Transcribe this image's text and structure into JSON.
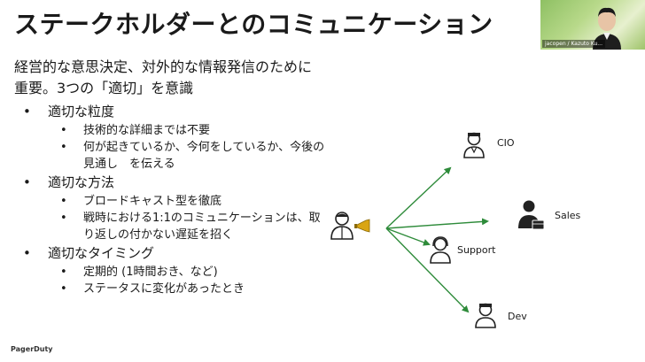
{
  "slide": {
    "title": "ステークホルダーとのコミュニケーション",
    "subtitle": "経営的な意思決定、対外的な情報発信のために重要。3つの「適切」を意識",
    "sections": [
      {
        "heading": "適切な粒度",
        "items": [
          "技術的な詳細までは不要",
          "何が起きているか、今何をしているか、今後の見通し　を伝える"
        ]
      },
      {
        "heading": "適切な方法",
        "items": [
          "ブロードキャスト型を徹底",
          "戦時における1:1のコミュニケーションは、取り返しの付かない遅延を招く"
        ]
      },
      {
        "heading": "適切なタイミング",
        "items": [
          "定期的 (1時間おき、など)",
          "ステータスに変化があったとき"
        ]
      }
    ],
    "diagram": {
      "arrow_color": "#2e8b3a",
      "targets": [
        {
          "label": "CIO",
          "icon": "person-icon"
        },
        {
          "label": "Sales",
          "icon": "businessman-icon"
        },
        {
          "label": "Support",
          "icon": "support-person-icon"
        },
        {
          "label": "Dev",
          "icon": "developer-icon"
        }
      ],
      "source_icon": "person-megaphone-icon"
    },
    "logo": "PagerDuty"
  },
  "video": {
    "participant_name": "jacopen / Kazuto Ku..."
  }
}
